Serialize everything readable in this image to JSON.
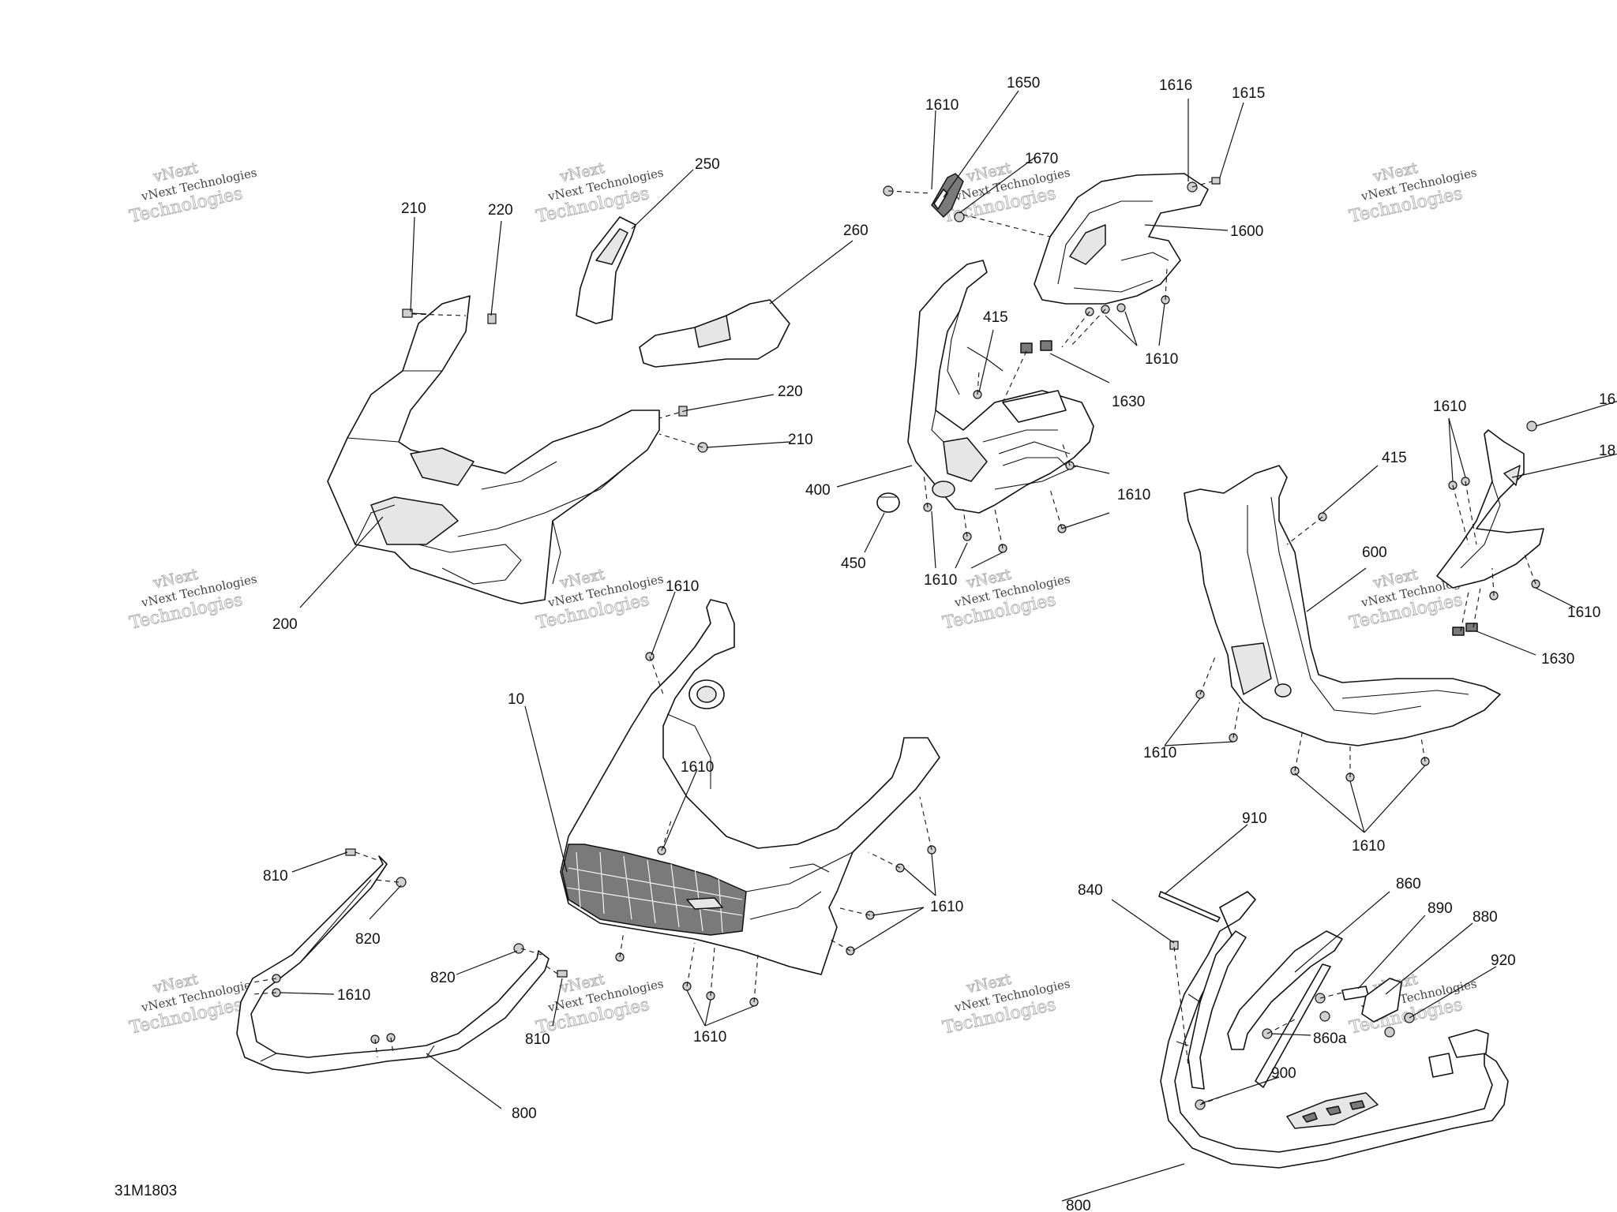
{
  "diagram_code": "31M1803",
  "watermark": {
    "line1": "vNext",
    "line2": "vNext Technologies",
    "line3": "Technologies"
  },
  "callouts": [
    {
      "id": "c1650",
      "text": "1650"
    },
    {
      "id": "c1610a",
      "text": "1610"
    },
    {
      "id": "c1670",
      "text": "1670"
    },
    {
      "id": "c1616",
      "text": "1616"
    },
    {
      "id": "c1615",
      "text": "1615"
    },
    {
      "id": "c1600",
      "text": "1600"
    },
    {
      "id": "c250",
      "text": "250"
    },
    {
      "id": "c210a",
      "text": "210"
    },
    {
      "id": "c220a",
      "text": "220"
    },
    {
      "id": "c260",
      "text": "260"
    },
    {
      "id": "c220b",
      "text": "220"
    },
    {
      "id": "c210b",
      "text": "210"
    },
    {
      "id": "c200",
      "text": "200"
    },
    {
      "id": "c415a",
      "text": "415"
    },
    {
      "id": "c1610b",
      "text": "1610"
    },
    {
      "id": "c1630a",
      "text": "1630"
    },
    {
      "id": "c400",
      "text": "400"
    },
    {
      "id": "c1610c",
      "text": "1610"
    },
    {
      "id": "c450",
      "text": "450"
    },
    {
      "id": "c1610d",
      "text": "1610"
    },
    {
      "id": "c1610e",
      "text": "1610"
    },
    {
      "id": "c16",
      "text": "16"
    },
    {
      "id": "c18",
      "text": "18"
    },
    {
      "id": "c415b",
      "text": "415"
    },
    {
      "id": "c600",
      "text": "600"
    },
    {
      "id": "c1610f",
      "text": "1610"
    },
    {
      "id": "c1630b",
      "text": "1630"
    },
    {
      "id": "c1610g",
      "text": "1610"
    },
    {
      "id": "c1610h",
      "text": "1610"
    },
    {
      "id": "c1610i",
      "text": "1610"
    },
    {
      "id": "c10",
      "text": "10"
    },
    {
      "id": "c1610j",
      "text": "1610"
    },
    {
      "id": "c1610k",
      "text": "1610"
    },
    {
      "id": "c810a",
      "text": "810"
    },
    {
      "id": "c820a",
      "text": "820"
    },
    {
      "id": "c820b",
      "text": "820"
    },
    {
      "id": "c1610l",
      "text": "1610"
    },
    {
      "id": "c810b",
      "text": "810"
    },
    {
      "id": "c1610m",
      "text": "1610"
    },
    {
      "id": "c800a",
      "text": "800"
    },
    {
      "id": "c910",
      "text": "910"
    },
    {
      "id": "c840",
      "text": "840"
    },
    {
      "id": "c860",
      "text": "860"
    },
    {
      "id": "c890",
      "text": "890"
    },
    {
      "id": "c880",
      "text": "880"
    },
    {
      "id": "c920",
      "text": "920"
    },
    {
      "id": "c860a",
      "text": "860a"
    },
    {
      "id": "c900",
      "text": "900"
    },
    {
      "id": "c800b",
      "text": "800"
    }
  ]
}
